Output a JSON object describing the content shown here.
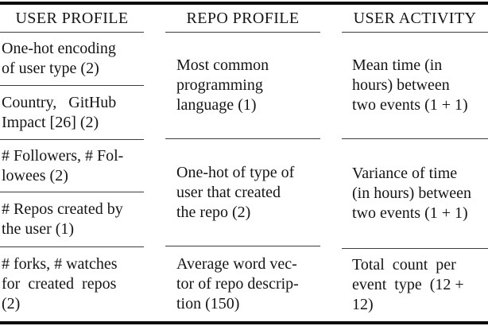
{
  "table": {
    "columns": [
      {
        "header": "USER PROFILE",
        "cells": [
          "One-hot encoding\nof user type (2)",
          "Country,   GitHub\nImpact [26] (2)",
          "# Followers, # Fol-\nlowees (2)",
          "# Repos created by\nthe user (1)",
          "# forks, # watches\nfor  created  repos\n(2)"
        ]
      },
      {
        "header": "REPO PROFILE",
        "cells": [
          "Most common\nprogramming\nlanguage (1)",
          "One-hot of type of\nuser that created\nthe repo (2)",
          "Average word vec-\ntor of repo descrip-\ntion (150)"
        ]
      },
      {
        "header": "USER ACTIVITY",
        "cells": [
          "Mean time (in\nhours) between\ntwo events (1 + 1)",
          "Variance of time\n(in hours) between\ntwo events (1 + 1)",
          "Total  count  per\nevent  type  (12 +\n12)"
        ]
      }
    ],
    "colors": {
      "background": "#ffffff",
      "text": "#151515",
      "thin_rule": "#3d3d3d",
      "thick_rule": "#0c0c0c"
    }
  }
}
